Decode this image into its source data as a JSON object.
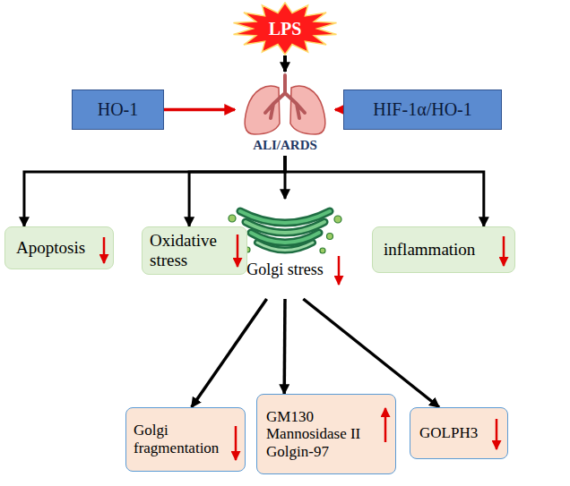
{
  "diagram": {
    "nodes": [
      {
        "text": [
          "LPS"
        ]
      },
      {
        "text": [
          "HO-1"
        ]
      },
      {
        "text": [
          "ALI/ARDS"
        ]
      },
      {
        "text": [
          "HIF-1α/HO-1"
        ]
      },
      {
        "text": [
          "Apoptosis"
        ]
      },
      {
        "text": [
          "Oxidative stress"
        ]
      },
      {
        "text": [
          "Golgi stress"
        ]
      },
      {
        "text": [
          "inflammation"
        ]
      },
      {
        "text": [
          "Golgi fragmentation"
        ]
      },
      {
        "text": [
          "GM130",
          "Mannosidase II",
          "Golgin-97"
        ]
      },
      {
        "text": [
          "GOLPH3"
        ]
      }
    ],
    "edges": [
      {
        "from": 0,
        "to": 2,
        "arrow": "to"
      },
      {
        "from": 1,
        "to": 2,
        "arrow": "to"
      },
      {
        "from": 3,
        "to": 2,
        "arrow": "to"
      },
      {
        "from": 2,
        "to": 4,
        "arrow": "to"
      },
      {
        "from": 2,
        "to": 5,
        "arrow": "to"
      },
      {
        "from": 2,
        "to": 6,
        "arrow": "to"
      },
      {
        "from": 2,
        "to": 7,
        "arrow": "to"
      },
      {
        "from": 6,
        "to": 8,
        "arrow": "to"
      },
      {
        "from": 6,
        "to": 9,
        "arrow": "to"
      },
      {
        "from": 6,
        "to": 10,
        "arrow": "to"
      }
    ]
  }
}
